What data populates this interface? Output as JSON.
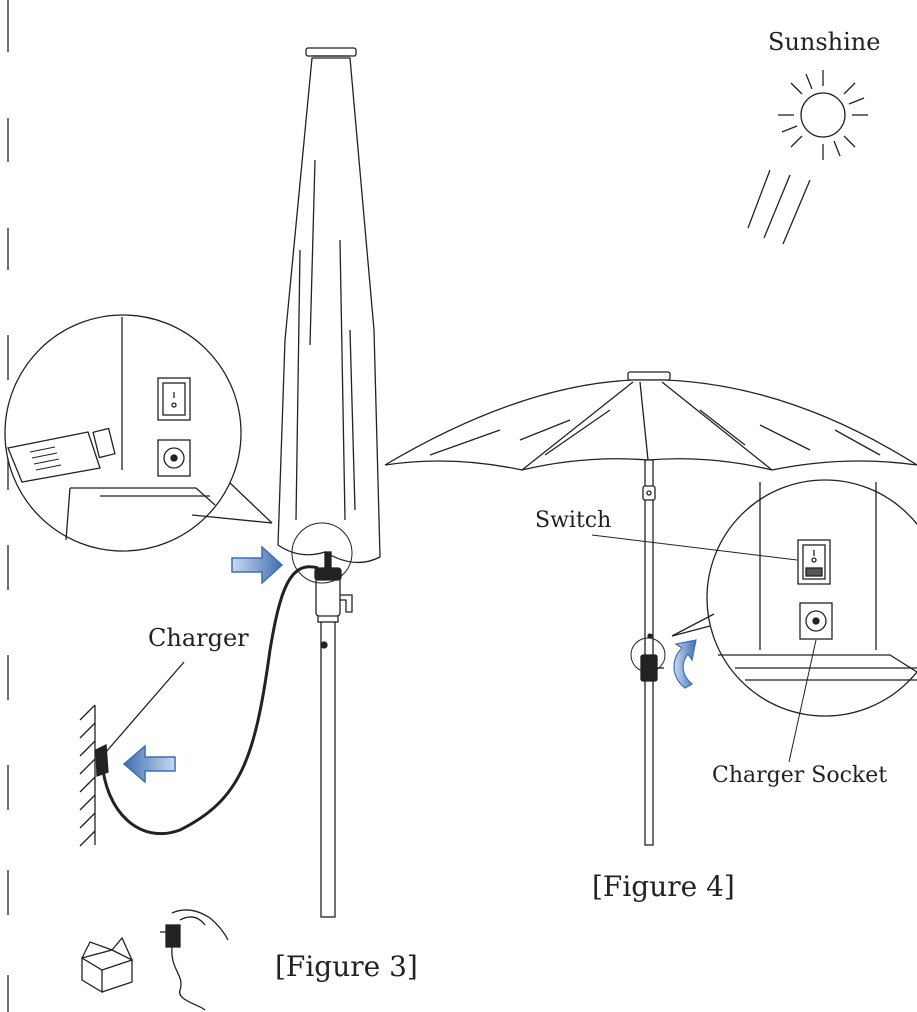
{
  "labels": {
    "sunshine": "Sunshine",
    "charger": "Charger",
    "switch": "Switch",
    "charger_socket": "Charger Socket",
    "figure3": "[Figure 3]",
    "figure4": "[Figure 4]"
  },
  "colors": {
    "line": "#222222",
    "arrow": "#4a78b5",
    "arrow_light": "#a9c3e6"
  },
  "icons": [
    "sun-icon",
    "box-icon",
    "hand-adapter-icon",
    "wall-hatch-icon"
  ]
}
